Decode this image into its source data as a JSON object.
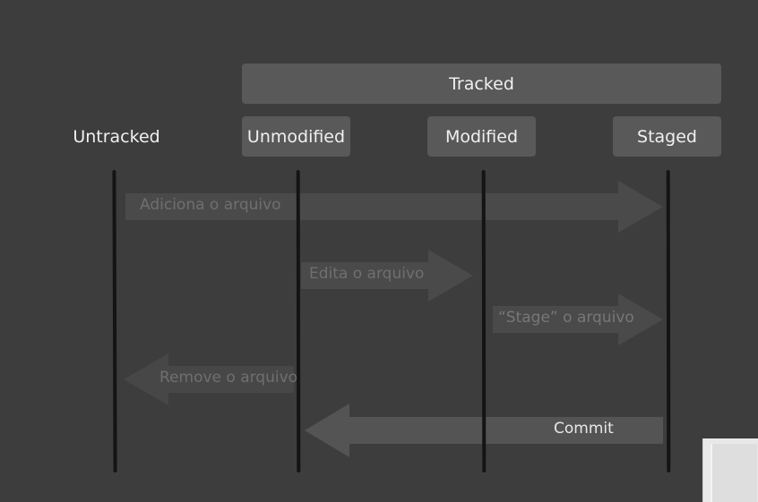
{
  "header": {
    "tracked_label": "Tracked"
  },
  "states": {
    "untracked": "Untracked",
    "unmodified": "Unmodified",
    "modified": "Modified",
    "staged": "Staged"
  },
  "transitions": {
    "add": "Adiciona o arquivo",
    "edit": "Edita o arquivo",
    "stage": "“Stage” o arquivo",
    "remove": "Remove o arquivo",
    "commit": "Commit"
  },
  "colors": {
    "background": "#3d3d3d",
    "box": "#595959",
    "arrow": "#4a4a4a",
    "commit_arrow": "#545454",
    "lifeline": "#141414"
  }
}
